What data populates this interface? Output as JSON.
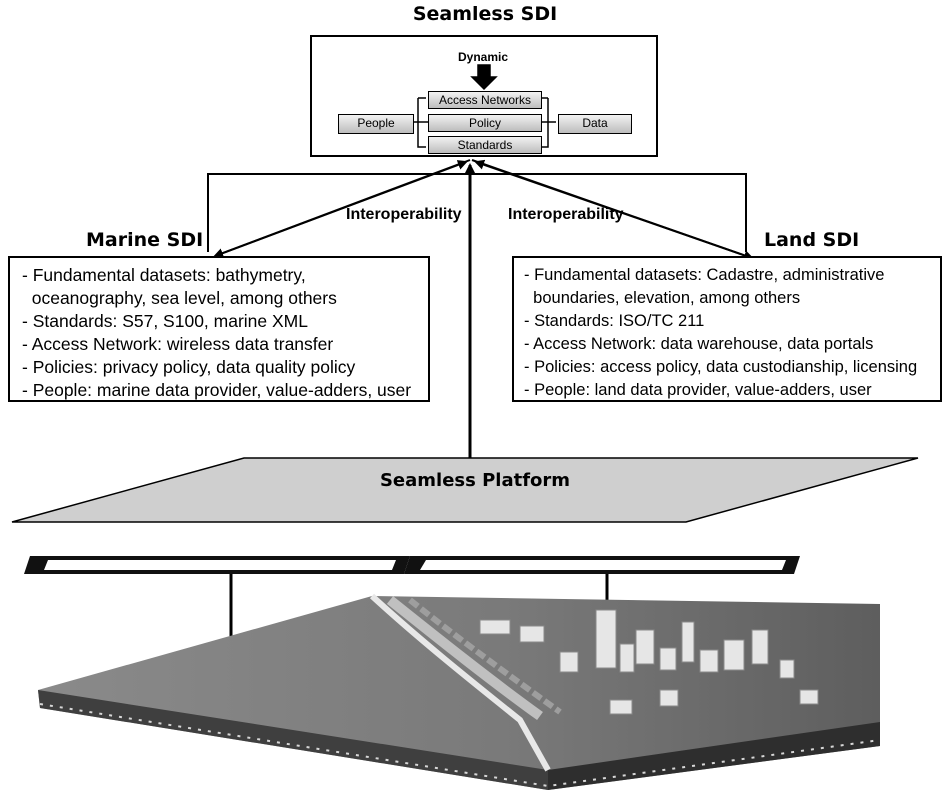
{
  "seamless_sdi": {
    "title": "Seamless SDI",
    "dynamic_label": "Dynamic",
    "components": {
      "access_networks": "Access Networks",
      "policy": "Policy",
      "standards": "Standards",
      "people": "People",
      "data": "Data"
    }
  },
  "interoperability_left": "Interoperability",
  "interoperability_right": "Interoperability",
  "marine_sdi": {
    "title": "Marine SDI",
    "lines": [
      "- Fundamental datasets: bathymetry,",
      "  oceanography, sea level, among others",
      "- Standards: S57, S100, marine XML",
      "- Access Network: wireless data transfer",
      "- Policies: privacy policy, data quality policy",
      "- People: marine data provider, value-adders, user"
    ]
  },
  "land_sdi": {
    "title": "Land SDI",
    "lines": [
      "- Fundamental datasets: Cadastre, administrative",
      "  boundaries, elevation, among others",
      "- Standards: ISO/TC 211",
      "- Access Network: data warehouse, data portals",
      "- Policies: access policy, data custodianship, licensing",
      "- People: land data provider, value-adders, user"
    ]
  },
  "seamless_platform": "Seamless Platform"
}
